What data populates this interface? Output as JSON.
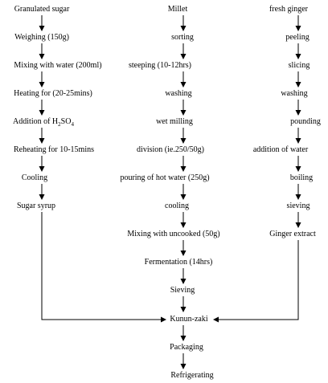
{
  "sugar_column": {
    "granulated_sugar": "Granulated sugar",
    "weighing": "Weighing (150g)",
    "mixing_with_water": "Mixing with water (200ml)",
    "heating": "Heating for (20-25mins)",
    "addition_prefix": "Addition of H",
    "addition_sub_h": "2",
    "addition_so": "SO",
    "addition_sub_o": "4",
    "reheating": "Reheating for 10-15mins",
    "cooling": "Cooling",
    "sugar_syrup": "Sugar syrup"
  },
  "millet_column": {
    "millet": "Millet",
    "sorting": "sorting",
    "steeping": "steeping (10-12hrs)",
    "washing": "washing",
    "wet_milling": "wet milling",
    "division": "division (ie.250/50g)",
    "pouring": "pouring of hot water (250g)",
    "cooling": "cooling",
    "mixing_uncooked": "Mixing with uncooked (50g)",
    "fermentation": "Fermentation (14hrs)",
    "sieving": "Sieving",
    "kunun_zaki": "Kunun-zaki",
    "packaging": "Packaging",
    "refrigerating": "Refrigerating"
  },
  "ginger_column": {
    "fresh_ginger": "fresh ginger",
    "peeling": "peeling",
    "slicing": "slicing",
    "washing": "washing",
    "pounding": "pounding",
    "addition_of_water": "addition of water",
    "boiling": "boiling",
    "sieving": "sieving",
    "ginger_extract": "Ginger extract"
  }
}
